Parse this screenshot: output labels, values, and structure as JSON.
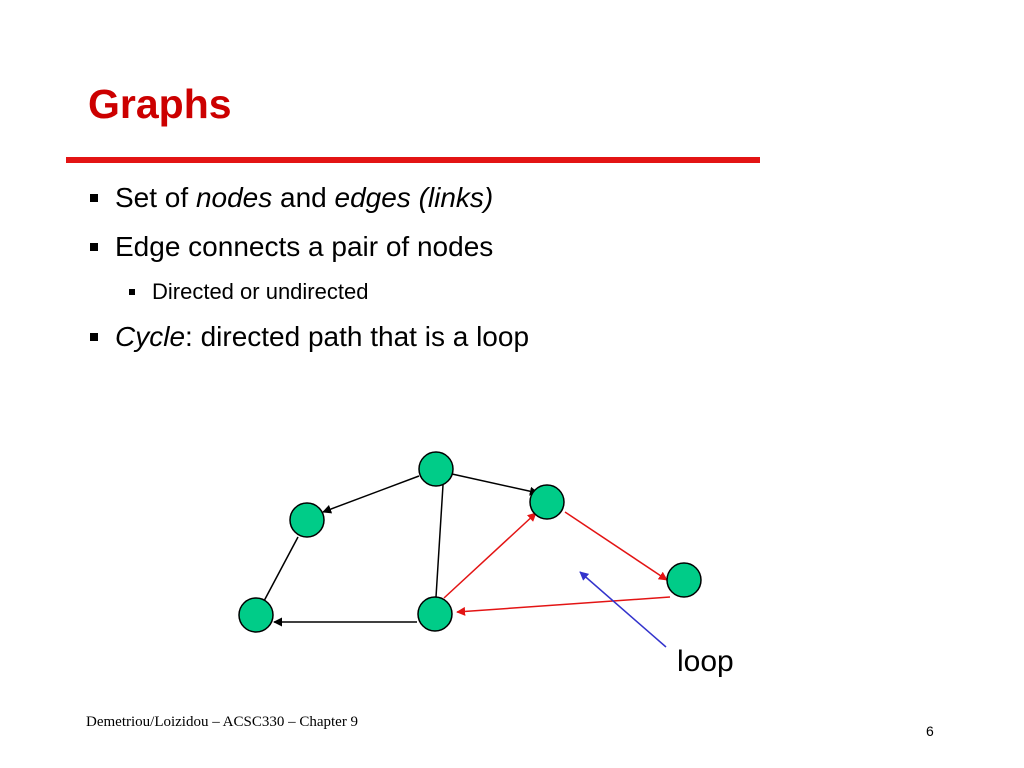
{
  "slide": {
    "title": "Graphs",
    "accent_color": "#cc0000",
    "bullets": [
      {
        "level": 1,
        "parts": [
          {
            "text": "Set of ",
            "italic": false
          },
          {
            "text": "nodes",
            "italic": true
          },
          {
            "text": " and ",
            "italic": false
          },
          {
            "text": "edges (links)",
            "italic": true
          }
        ]
      },
      {
        "level": 1,
        "parts": [
          {
            "text": "Edge connects a pair of nodes",
            "italic": false
          }
        ]
      },
      {
        "level": 2,
        "parts": [
          {
            "text": "Directed or undirected",
            "italic": false
          }
        ]
      },
      {
        "level": 1,
        "parts": [
          {
            "text": "Cycle",
            "italic": true
          },
          {
            "text": ": directed path that is a loop",
            "italic": false
          }
        ]
      }
    ],
    "diagram": {
      "node_color": "#00cc88",
      "edge_color": "#000000",
      "cycle_color": "#e31414",
      "pointer_color": "#3333cc",
      "annotation": "loop"
    },
    "footer": "Demetriou/Loizidou – ACSC330 – Chapter 9",
    "page_number": "6"
  }
}
